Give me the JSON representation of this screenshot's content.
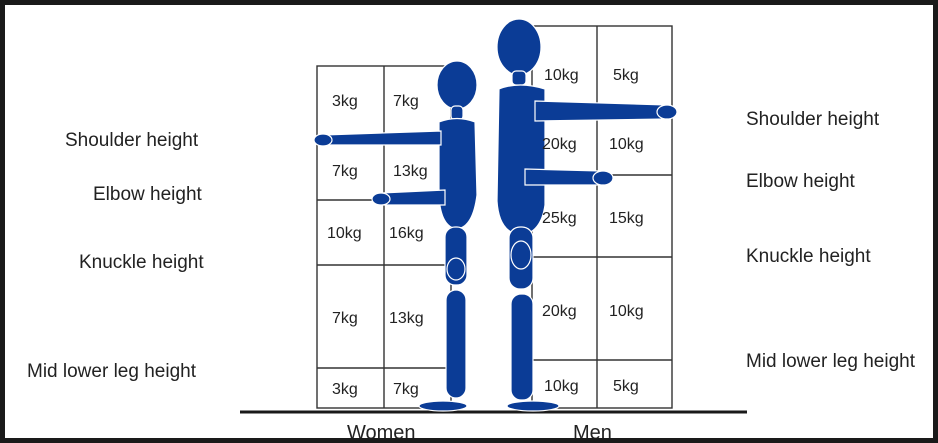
{
  "labels": {
    "women_side": [
      "Shoulder height",
      "Elbow height",
      "Knuckle height",
      "Mid lower leg height"
    ],
    "men_side": [
      "Shoulder height",
      "Elbow height",
      "Knuckle height",
      "Mid lower leg height"
    ]
  },
  "women_grid": [
    [
      "3kg",
      "7kg"
    ],
    [
      "7kg",
      "13kg"
    ],
    [
      "10kg",
      "16kg"
    ],
    [
      "7kg",
      "13kg"
    ],
    [
      "3kg",
      "7kg"
    ]
  ],
  "men_grid": [
    [
      "10kg",
      "5kg"
    ],
    [
      "20kg",
      "10kg"
    ],
    [
      "25kg",
      "15kg"
    ],
    [
      "20kg",
      "10kg"
    ],
    [
      "10kg",
      "5kg"
    ]
  ],
  "axis": {
    "women": "Women",
    "men": "Men"
  },
  "colors": {
    "figure": "#0b3c96",
    "grid": "#333333",
    "text": "#222222",
    "frame": "#1a1a1a"
  }
}
